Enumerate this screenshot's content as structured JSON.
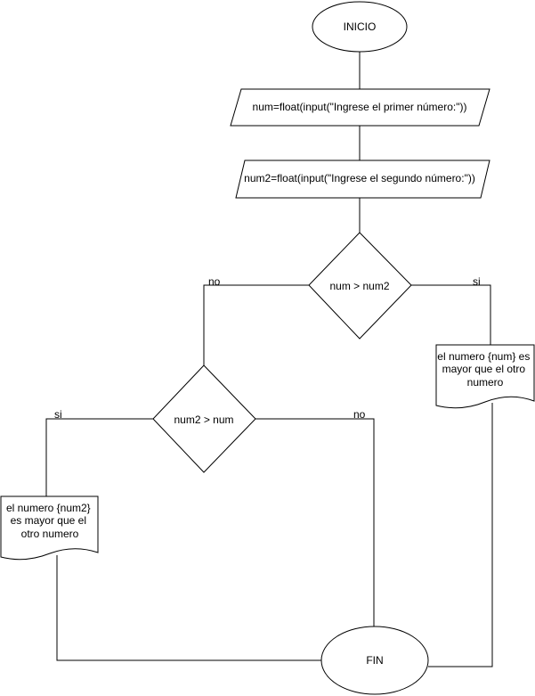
{
  "nodes": {
    "start": "INICIO",
    "input1": "num=float(input(\"Ingrese el primer número:\"))",
    "input2": "num2=float(input(\"Ingrese el segundo número:\"))",
    "decision1": "num > num2",
    "decision2": "num2 > num",
    "output1": [
      "el numero {num} es",
      "mayor que el otro",
      "numero"
    ],
    "output2": [
      "el numero {num2}",
      "es mayor que el",
      "otro numero"
    ],
    "end": "FIN"
  },
  "edge_labels": {
    "d1_no": "no",
    "d1_yes": "si",
    "d2_yes": "si",
    "d2_no": "no"
  }
}
